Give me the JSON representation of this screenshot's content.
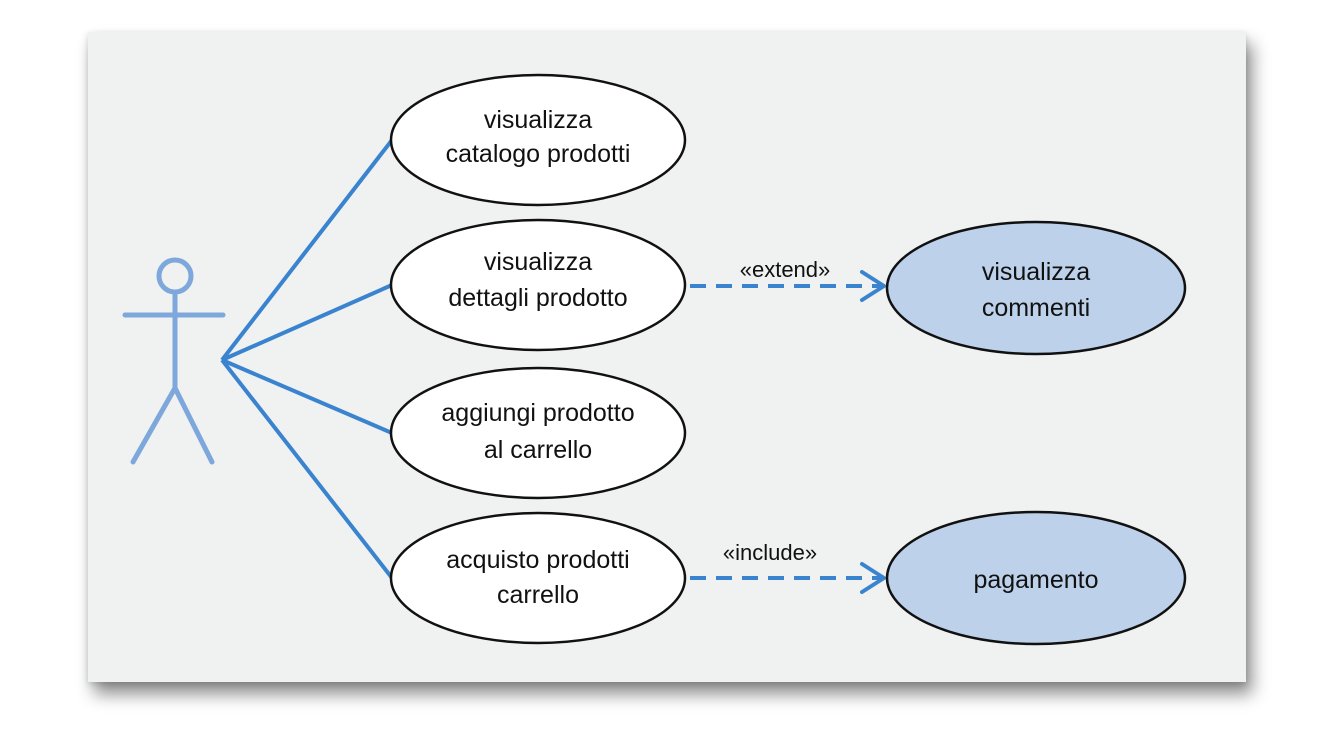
{
  "diagram": {
    "actor": {
      "name": "",
      "icon": "stick-figure-icon",
      "color": "#7ea7dc"
    },
    "line_color": "#3a83cf",
    "use_cases": [
      {
        "id": "uc1",
        "lines": [
          "visualizza",
          "catalogo prodotti"
        ],
        "fill": "#ffffff"
      },
      {
        "id": "uc2",
        "lines": [
          "visualizza",
          "dettagli prodotto"
        ],
        "fill": "#ffffff"
      },
      {
        "id": "uc3",
        "lines": [
          "aggiungi prodotto",
          "al carrello"
        ],
        "fill": "#ffffff"
      },
      {
        "id": "uc4",
        "lines": [
          "acquisto prodotti",
          "carrello"
        ],
        "fill": "#ffffff"
      },
      {
        "id": "uc5",
        "lines": [
          "visualizza",
          "commenti"
        ],
        "fill": "#bdd1ea"
      },
      {
        "id": "uc6",
        "lines": [
          "pagamento"
        ],
        "fill": "#bdd1ea"
      }
    ],
    "relationships": [
      {
        "from": "uc2",
        "to": "uc5",
        "label": "«extend»"
      },
      {
        "from": "uc4",
        "to": "uc6",
        "label": "«include»"
      }
    ]
  }
}
